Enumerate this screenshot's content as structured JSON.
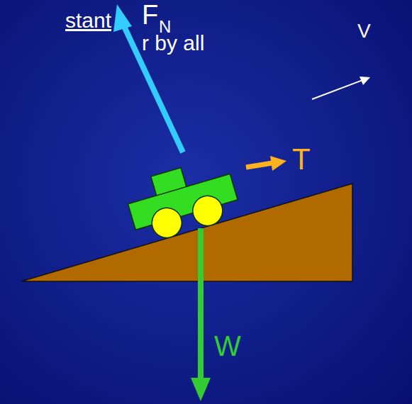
{
  "diagram": {
    "labels": [
      "stant",
      "r by all",
      "F",
      "N",
      "V",
      "T",
      "W"
    ]
  }
}
